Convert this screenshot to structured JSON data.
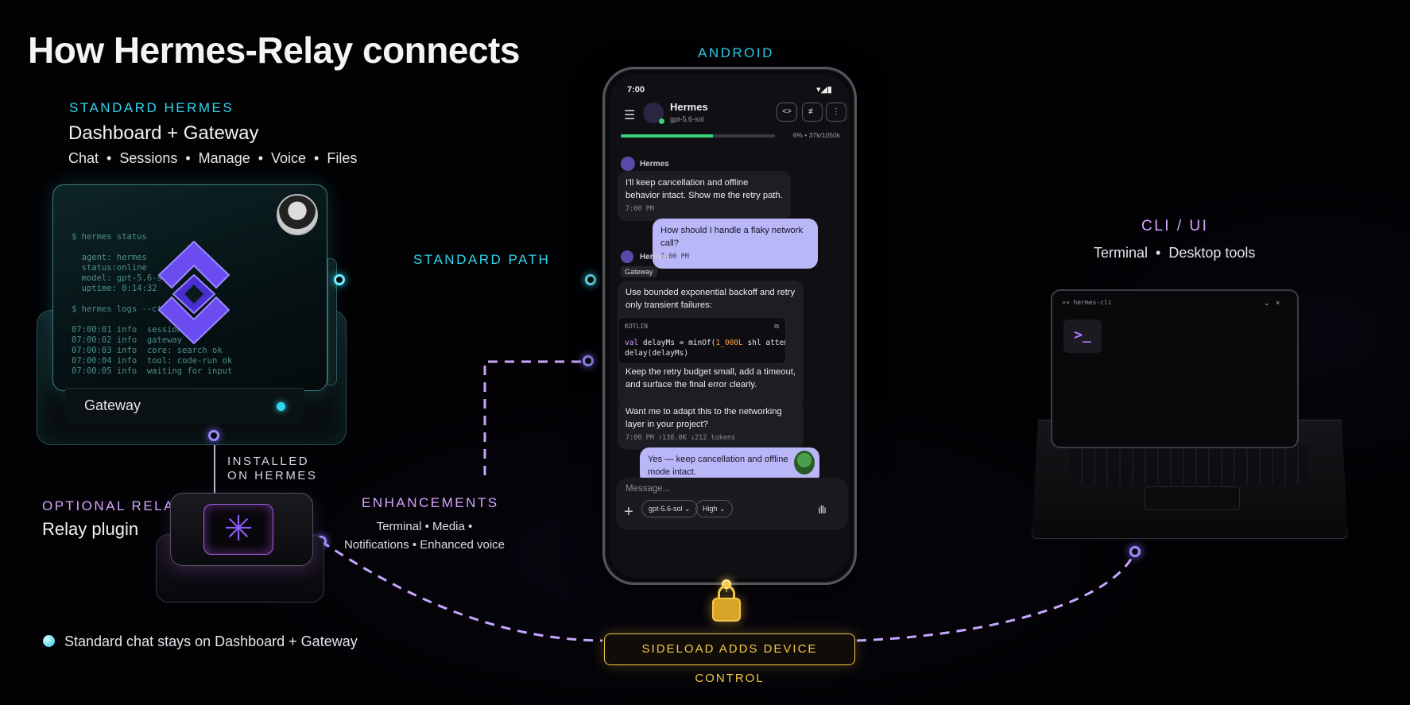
{
  "title": "How Hermes-Relay connects",
  "standard": {
    "kicker": "STANDARD HERMES",
    "heading": "Dashboard + Gateway",
    "features": "Chat  •  Sessions  •  Manage  •  Voice  •  Files",
    "device_label": "Gateway",
    "terminal_lines": [
      "$ hermes status",
      "",
      "  agent: hermes",
      "  status:online",
      "  model: gpt-5.6-so",
      "  uptime: 0:14:32",
      "",
      "$ hermes logs --ct",
      "",
      "07:00:01 info  session",
      "07:00:02 info  gateway",
      "07:00:03 info  core: search ok",
      "07:00:04 info  tool: code-run ok",
      "07:00:05 info  waiting for input"
    ]
  },
  "standard_path_label": "STANDARD PATH",
  "installed_label": [
    "INSTALLED",
    "ON HERMES"
  ],
  "relay": {
    "kicker": "OPTIONAL RELAY",
    "heading": "Relay plugin"
  },
  "enhancements": {
    "kicker": "ENHANCEMENTS",
    "line1": "Terminal  •  Media  •",
    "line2": "Notifications  •  Enhanced voice"
  },
  "android": {
    "kicker": "ANDROID",
    "time": "7:00",
    "app_name": "Hermes",
    "model": "gpt-5.6-sol",
    "progress": 0.06,
    "context": "6% • 37k/1050k",
    "messages": [
      {
        "sender": "Hermes",
        "text": "I'll keep cancellation and offline behavior intact. Show me the retry path.",
        "time": "7:00 PM"
      },
      {
        "text": "How should I handle a flaky network call?",
        "time": "7:00 PM"
      },
      {
        "sender": "Hermes",
        "tag": "Gateway",
        "text": "Use bounded exponential backoff and retry only transient failures:",
        "code_lang": "KOTLIN",
        "code_after": "Keep the retry budget small, add a timeout, and surface the final error clearly."
      },
      {
        "text": "Want me to adapt this to the networking layer in your project?",
        "time": "7:00 PM   ↑138.0K  ↓212  tokens"
      },
      {
        "text": "Yes — keep cancellation and offline mode intact."
      }
    ],
    "input_placeholder": "Message...",
    "chip_model": "gpt-5.6-sol ⌄",
    "chip_level": "High ⌄"
  },
  "sideload_label": "SIDELOAD ADDS DEVICE CONTROL",
  "cli": {
    "kicker": "CLI / UI",
    "sub": "Terminal  •  Desktop tools",
    "window_title": "»» hermes-cli",
    "window_controls": "⌄   ×",
    "prompt": ">_"
  },
  "legend": "Standard chat stays on Dashboard + Gateway",
  "colors": {
    "cyan": "#2fd6ee",
    "violet": "#d6a6ff",
    "gold": "#f4c84a",
    "bubble_out": "#b9b7f7"
  }
}
